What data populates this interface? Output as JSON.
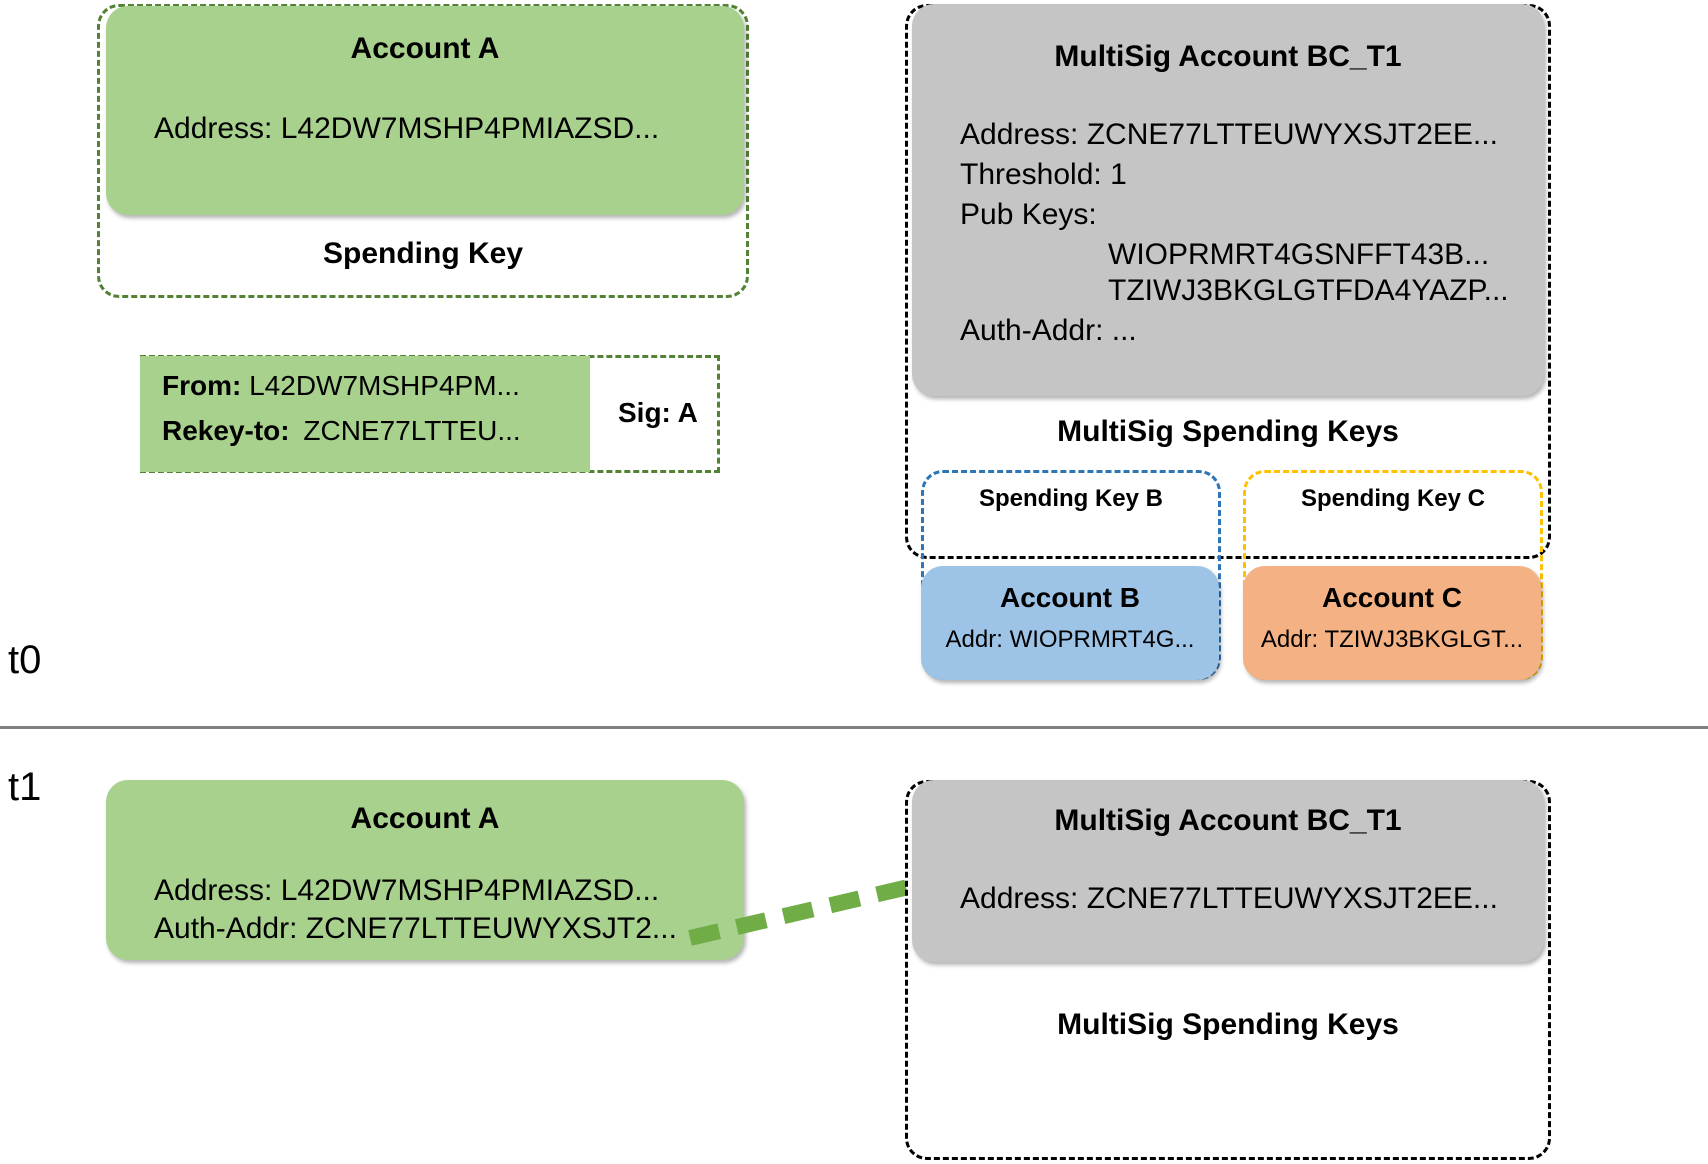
{
  "diagram": {
    "title": "Algorand rekey to MultiSig account timeline",
    "colors": {
      "account_a_fill": "#a9d18e",
      "multisig_fill": "#c5c5c5",
      "account_b_fill": "#9dc3e6",
      "account_c_fill": "#f4b183",
      "spending_key_a_border": "#548235",
      "spending_key_b_border": "#2e75b6",
      "spending_key_c_border": "#ffc000",
      "multisig_keys_border": "#000000",
      "arrow": "#70ad47",
      "divider": "#808080"
    }
  },
  "timeline": {
    "t0_label": "t0",
    "t1_label": "t1"
  },
  "t0": {
    "account_a": {
      "title": "Account A",
      "address_line": "Address: L42DW7MSHP4PMIAZSD...",
      "spending_key_label": "Spending Key"
    },
    "transaction": {
      "from_label": "From:",
      "from_value": "L42DW7MSHP4PM...",
      "rekey_label": "Rekey-to:",
      "rekey_value": "ZCNE77LTTEU...",
      "sig_label": "Sig: A"
    },
    "multisig": {
      "title": "MultiSig Account BC_T1",
      "address_line": "Address: ZCNE77LTTEUWYXSJT2EE...",
      "threshold_line": "Threshold: 1",
      "pubkeys_label": "Pub Keys:",
      "pubkeys": [
        "WIOPRMRT4GSNFFT43B...",
        "TZIWJ3BKGLGTFDA4YAZP..."
      ],
      "auth_addr_line": "Auth-Addr: ...",
      "spending_keys_label": "MultiSig Spending Keys",
      "spending_key_b_label": "Spending Key B",
      "spending_key_c_label": "Spending Key C",
      "account_b": {
        "title": "Account B",
        "addr_line": "Addr: WIOPRMRT4G..."
      },
      "account_c": {
        "title": "Account C",
        "addr_line": "Addr: TZIWJ3BKGLGT..."
      }
    }
  },
  "t1": {
    "account_a": {
      "title": "Account A",
      "address_line": "Address: L42DW7MSHP4PMIAZSD...",
      "auth_addr_line": "Auth-Addr: ZCNE77LTTEUWYXSJT2..."
    },
    "multisig": {
      "title": "MultiSig Account BC_T1",
      "address_line": "Address: ZCNE77LTTEUWYXSJT2EE...",
      "spending_keys_label": "MultiSig Spending Keys"
    }
  }
}
